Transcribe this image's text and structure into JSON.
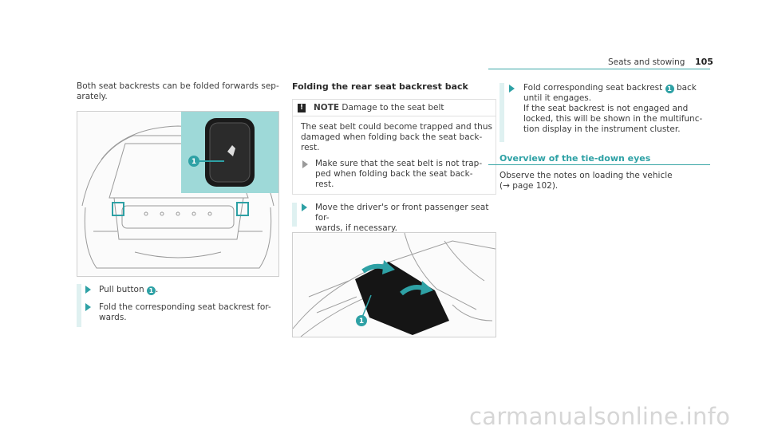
{
  "header": {
    "section_title": "Seats and stowing",
    "page_number": "105"
  },
  "col1": {
    "intro": "Both seat backrests can be folded forwards sep-\narately.",
    "image": {
      "callout": "1",
      "icon": "car-rear-trunk-illustration"
    },
    "steps": [
      {
        "text_before": "Pull button",
        "badge": "1",
        "text_after": "."
      },
      {
        "text": "Fold the corresponding seat backrest for-\nwards."
      }
    ]
  },
  "col2": {
    "heading": "Folding the rear seat backrest back",
    "note": {
      "title": "NOTE",
      "title_rest": "Damage to the seat belt",
      "body": "The seat belt could become trapped and thus\ndamaged when folding back the seat back-\nrest.",
      "step": "Make sure that the seat belt is not trap-\nped when folding back the seat back-\nrest."
    },
    "step": "Move the driver's or front passenger seat for-\nwards, if necessary.",
    "image": {
      "callout": "1",
      "icon": "rear-seat-fold-illustration"
    }
  },
  "col3": {
    "step": {
      "line1_before": "Fold corresponding seat backrest",
      "badge": "1",
      "line1_after": "back",
      "rest": "until it engages.\nIf the seat backrest is not engaged and\nlocked, this will be shown in the multifunc-\ntion display in the instrument cluster."
    },
    "heading": "Overview of the tie-down eyes",
    "body": "Observe the notes on loading the vehicle\n(→ page 102)."
  },
  "footer": {
    "watermark": "carmanualsonline.info"
  },
  "colors": {
    "accent": "#2ea1a5",
    "note_bar": "#dff1f1"
  }
}
